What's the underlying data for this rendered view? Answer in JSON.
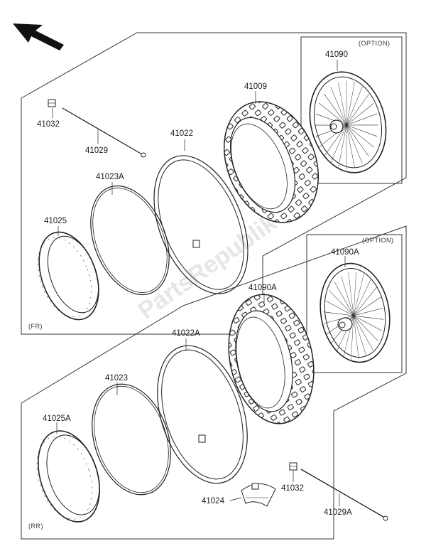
{
  "watermark": "PartsRepublik",
  "sections": {
    "front": {
      "tag": "(FR)",
      "option_label": "(OPTION)"
    },
    "rear": {
      "tag": "(RR)",
      "option_label": "(OPTION)"
    }
  },
  "parts": {
    "p41032_fr": "41032",
    "p41029": "41029",
    "p41022": "41022",
    "p41009": "41009",
    "p41090": "41090",
    "p41023A": "41023A",
    "p41025": "41025",
    "p41090A": "41090A",
    "p41022A": "41022A",
    "p41023": "41023",
    "p41025A": "41025A",
    "p41024": "41024",
    "p41032_rr": "41032",
    "p41029A": "41029A"
  }
}
